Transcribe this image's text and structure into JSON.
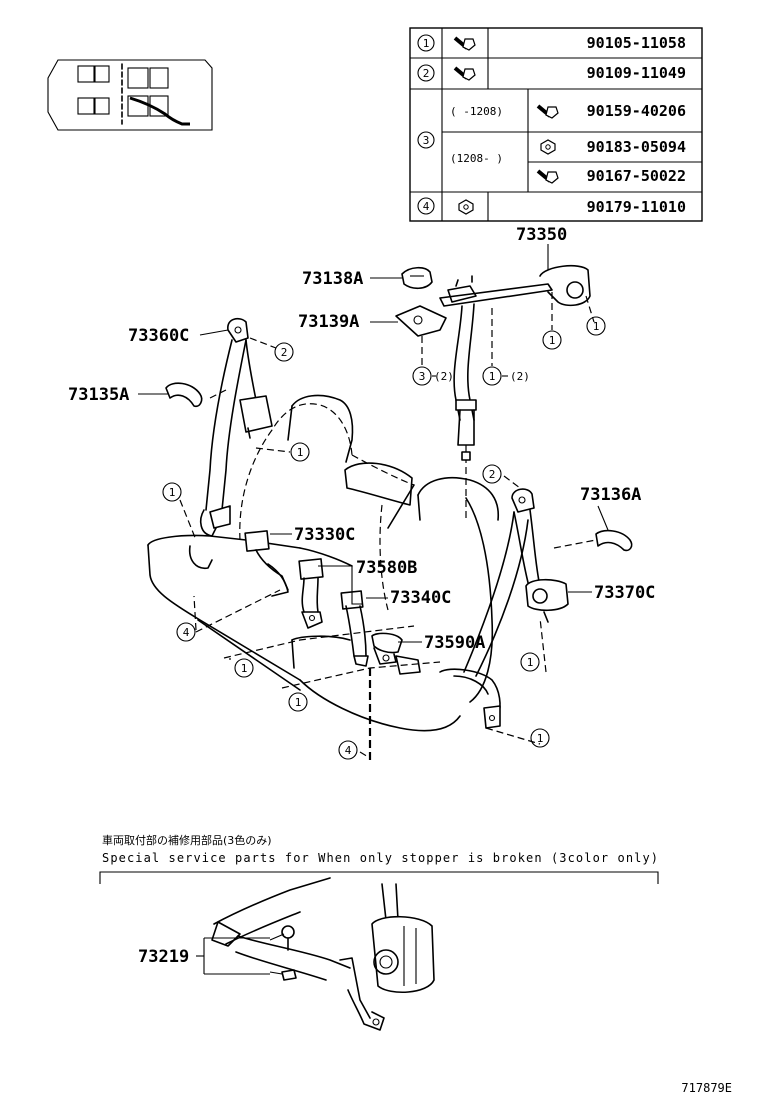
{
  "fasteners_table": {
    "rows": [
      {
        "ref": "1",
        "icon": "bolt-icon",
        "part": "90105-11058"
      },
      {
        "ref": "2",
        "icon": "bolt-icon",
        "part": "90109-11049"
      },
      {
        "ref": "3",
        "sub": [
          {
            "range": "(    -1208)",
            "icon": "bolt-icon",
            "part": "90159-40206"
          },
          {
            "range": "(1208-    )",
            "icon": "nut-icon",
            "part": "90183-05094"
          },
          {
            "range": "",
            "icon": "bolt-icon",
            "part": "90167-50022"
          }
        ]
      },
      {
        "ref": "4",
        "icon": "nut-icon",
        "part": "90179-11010"
      }
    ]
  },
  "callouts": {
    "p73350": "73350",
    "p73138A": "73138A",
    "p73139A": "73139A",
    "p73360C": "73360C",
    "p73135A": "73135A",
    "p73136A": "73136A",
    "p73330C": "73330C",
    "p73580B": "73580B",
    "p73340C": "73340C",
    "p73370C": "73370C",
    "p73590A": "73590A",
    "p73219": "73219"
  },
  "refs": {
    "qty2": "(2)",
    "r1": "1",
    "r2": "2",
    "r3": "3",
    "r4": "4"
  },
  "note": {
    "japanese": "車両取付部の補修用部品(3色のみ)",
    "english": "Special  service  parts  for  When  only  stopper  is  broken  (3color  only)"
  },
  "figure_code": "717879E"
}
